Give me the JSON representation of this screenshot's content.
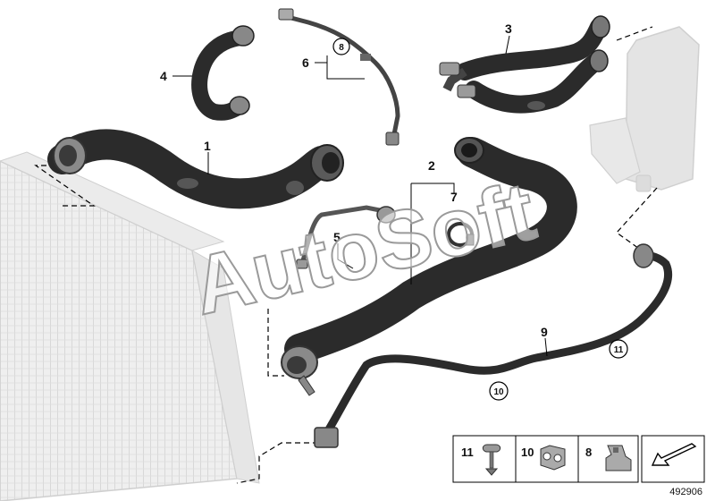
{
  "diagram": {
    "callouts": {
      "c1": "1",
      "c2": "2",
      "c3": "3",
      "c4": "4",
      "c5": "5",
      "c6": "6",
      "c7": "7",
      "c9": "9"
    },
    "circled": {
      "c8": "8",
      "c10": "10",
      "c11": "11"
    },
    "legend": {
      "item11": "11",
      "item10": "10",
      "item8": "8"
    },
    "watermark": "AutoSoft",
    "document_number": "492906",
    "colors": {
      "hose": "#2b2b2b",
      "hose_highlight": "#6a6a6a",
      "ghost_part": "#e2e2e2",
      "line": "#000000",
      "background": "#ffffff"
    }
  }
}
